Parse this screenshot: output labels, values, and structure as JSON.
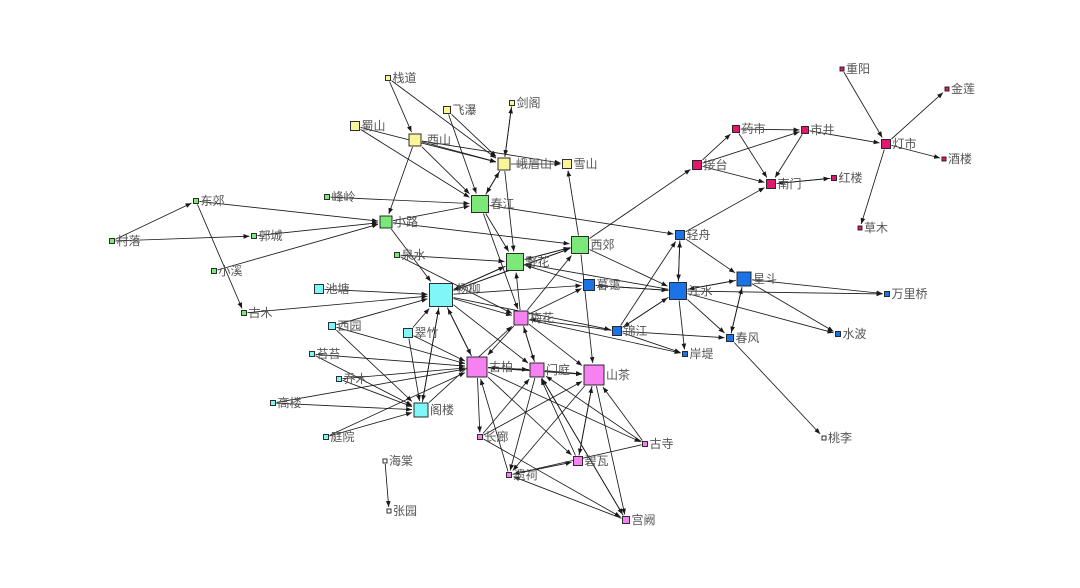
{
  "colors": {
    "yellow": "#fbf59a",
    "green": "#7de87a",
    "cyan": "#7ff6f8",
    "pink": "#f682f2",
    "blue": "#1a74e8",
    "magenta": "#e3176c",
    "edge": "#1a1a1a",
    "label": "#555555"
  },
  "nodes": [
    {
      "id": "zhandao",
      "label": "栈道",
      "group": "yellow"
    },
    {
      "id": "feipu",
      "label": "飞瀑",
      "group": "yellow"
    },
    {
      "id": "jiange",
      "label": "剑阁",
      "group": "yellow"
    },
    {
      "id": "shushan",
      "label": "蜀山",
      "group": "yellow"
    },
    {
      "id": "xishan",
      "label": "西山",
      "group": "yellow"
    },
    {
      "id": "emeishan",
      "label": "峨眉山",
      "group": "yellow"
    },
    {
      "id": "xueshan",
      "label": "雪山",
      "group": "yellow"
    },
    {
      "id": "dongjiao",
      "label": "东郊",
      "group": "green"
    },
    {
      "id": "fengling",
      "label": "峰岭",
      "group": "green"
    },
    {
      "id": "cunluo",
      "label": "村落",
      "group": "green"
    },
    {
      "id": "guocheng",
      "label": "郭城",
      "group": "green"
    },
    {
      "id": "xiaolu",
      "label": "小路",
      "group": "green"
    },
    {
      "id": "chunjiang",
      "label": "春江",
      "group": "green"
    },
    {
      "id": "xiaoxi",
      "label": "小溪",
      "group": "green"
    },
    {
      "id": "quanshui",
      "label": "泉水",
      "group": "green"
    },
    {
      "id": "gumu",
      "label": "古木",
      "group": "green"
    },
    {
      "id": "yehua",
      "label": "野花",
      "group": "green"
    },
    {
      "id": "xijiao",
      "label": "西郊",
      "group": "green"
    },
    {
      "id": "chitang",
      "label": "池塘",
      "group": "cyan"
    },
    {
      "id": "yangliu",
      "label": "杨柳",
      "group": "cyan"
    },
    {
      "id": "xiyuan",
      "label": "西园",
      "group": "cyan"
    },
    {
      "id": "cuizhu",
      "label": "翠竹",
      "group": "cyan"
    },
    {
      "id": "taitai",
      "label": "苔苔",
      "group": "cyan"
    },
    {
      "id": "qiaomu",
      "label": "乔木",
      "group": "cyan"
    },
    {
      "id": "gaolou",
      "label": "高楼",
      "group": "cyan"
    },
    {
      "id": "tinglou",
      "label": "阁楼",
      "group": "cyan"
    },
    {
      "id": "tingyuan",
      "label": "庭院",
      "group": "cyan"
    },
    {
      "id": "meihua",
      "label": "梅花",
      "group": "pink"
    },
    {
      "id": "gubai",
      "label": "古柏",
      "group": "pink"
    },
    {
      "id": "menting",
      "label": "门庭",
      "group": "pink"
    },
    {
      "id": "shancha",
      "label": "山茶",
      "group": "pink"
    },
    {
      "id": "changlang",
      "label": "长廊",
      "group": "pink"
    },
    {
      "id": "gusi",
      "label": "古寺",
      "group": "pink"
    },
    {
      "id": "biwa",
      "label": "碧瓦",
      "group": "pink"
    },
    {
      "id": "yici",
      "label": "遗祠",
      "group": "pink"
    },
    {
      "id": "gongque",
      "label": "宫阙",
      "group": "pink"
    },
    {
      "id": "qingzhou",
      "label": "轻舟",
      "group": "blue"
    },
    {
      "id": "muxia",
      "label": "暮霭",
      "group": "blue"
    },
    {
      "id": "xingdou",
      "label": "星斗",
      "group": "blue"
    },
    {
      "id": "jiangshui",
      "label": "江水",
      "group": "blue"
    },
    {
      "id": "wanlihao",
      "label": "万里桥",
      "group": "blue"
    },
    {
      "id": "jinjiang",
      "label": "锦江",
      "group": "blue"
    },
    {
      "id": "shuibo",
      "label": "水波",
      "group": "blue"
    },
    {
      "id": "chunfeng",
      "label": "春风",
      "group": "blue"
    },
    {
      "id": "andi",
      "label": "岸堤",
      "group": "blue"
    },
    {
      "id": "yaoshi",
      "label": "药市",
      "group": "magenta"
    },
    {
      "id": "shijing",
      "label": "市井",
      "group": "magenta"
    },
    {
      "id": "lutai",
      "label": "接台",
      "group": "magenta"
    },
    {
      "id": "nanmen",
      "label": "南门",
      "group": "magenta"
    },
    {
      "id": "honglou",
      "label": "红楼",
      "group": "magenta"
    },
    {
      "id": "chongyang",
      "label": "重阳",
      "group": "magenta"
    },
    {
      "id": "dengshi",
      "label": "灯市",
      "group": "magenta"
    },
    {
      "id": "jinlian",
      "label": "金莲",
      "group": "magenta"
    },
    {
      "id": "jiulou",
      "label": "酒楼",
      "group": "magenta"
    },
    {
      "id": "caomu",
      "label": "草木",
      "group": "magenta"
    },
    {
      "id": "taoli",
      "label": "桃李",
      "group": "none"
    },
    {
      "id": "haitang",
      "label": "海棠",
      "group": "none"
    },
    {
      "id": "zhangyuan",
      "label": "张园",
      "group": "none"
    }
  ],
  "edges": [
    [
      "zhandao",
      "xishan"
    ],
    [
      "zhandao",
      "emeishan"
    ],
    [
      "feipu",
      "emeishan"
    ],
    [
      "feipu",
      "chunjiang"
    ],
    [
      "jiange",
      "emeishan"
    ],
    [
      "shushan",
      "emeishan"
    ],
    [
      "shushan",
      "chunjiang"
    ],
    [
      "xishan",
      "emeishan"
    ],
    [
      "xishan",
      "xueshan"
    ],
    [
      "xishan",
      "chunjiang"
    ],
    [
      "xishan",
      "xiaolu"
    ],
    [
      "emeishan",
      "jiange"
    ],
    [
      "emeishan",
      "xueshan"
    ],
    [
      "emeishan",
      "chunjiang"
    ],
    [
      "emeishan",
      "yehua"
    ],
    [
      "xijiao",
      "xueshan"
    ],
    [
      "chunjiang",
      "emeishan"
    ],
    [
      "fengling",
      "chunjiang"
    ],
    [
      "cunluo",
      "dongjiao"
    ],
    [
      "cunluo",
      "guocheng"
    ],
    [
      "guocheng",
      "xiaolu"
    ],
    [
      "dongjiao",
      "xiaolu"
    ],
    [
      "dongjiao",
      "gumu"
    ],
    [
      "xiaolu",
      "chunjiang"
    ],
    [
      "xiaolu",
      "xijiao"
    ],
    [
      "xiaoxi",
      "xiaolu"
    ],
    [
      "quanshui",
      "yehua"
    ],
    [
      "xiaolu",
      "yangliu"
    ],
    [
      "gumu",
      "yangliu"
    ],
    [
      "chunjiang",
      "yehua"
    ],
    [
      "yehua",
      "xijiao"
    ],
    [
      "xijiao",
      "yehua"
    ],
    [
      "chunjiang",
      "qingzhou"
    ],
    [
      "chunjiang",
      "meihua"
    ],
    [
      "yehua",
      "yangliu"
    ],
    [
      "xijiao",
      "yangliu"
    ],
    [
      "xijiao",
      "shancha"
    ],
    [
      "xijiao",
      "jiangshui"
    ],
    [
      "quanshui",
      "meihua"
    ],
    [
      "chitang",
      "yangliu"
    ],
    [
      "xiyuan",
      "yangliu"
    ],
    [
      "xiyuan",
      "gubai"
    ],
    [
      "xiyuan",
      "tinglou"
    ],
    [
      "cuizhu",
      "yangliu"
    ],
    [
      "cuizhu",
      "gubai"
    ],
    [
      "cuizhu",
      "tinglou"
    ],
    [
      "taitai",
      "gubai"
    ],
    [
      "taitai",
      "tinglou"
    ],
    [
      "qiaomu",
      "gubai"
    ],
    [
      "qiaomu",
      "tinglou"
    ],
    [
      "gaolou",
      "gubai"
    ],
    [
      "gaolou",
      "tinglou"
    ],
    [
      "tingyuan",
      "gubai"
    ],
    [
      "tingyuan",
      "tinglou"
    ],
    [
      "yangliu",
      "tinglou"
    ],
    [
      "tinglou",
      "yangliu"
    ],
    [
      "yangliu",
      "gubai"
    ],
    [
      "yangliu",
      "meihua"
    ],
    [
      "yangliu",
      "menting"
    ],
    [
      "yangliu",
      "yehua"
    ],
    [
      "yangliu",
      "xijiao"
    ],
    [
      "yangliu",
      "jinjiang"
    ],
    [
      "yangliu",
      "muxia"
    ],
    [
      "tinglou",
      "meihua"
    ],
    [
      "gubai",
      "yangliu"
    ],
    [
      "meihua",
      "yehua"
    ],
    [
      "meihua",
      "xijiao"
    ],
    [
      "meihua",
      "gubai"
    ],
    [
      "meihua",
      "menting"
    ],
    [
      "meihua",
      "shancha"
    ],
    [
      "meihua",
      "muxia"
    ],
    [
      "meihua",
      "andi"
    ],
    [
      "gubai",
      "menting"
    ],
    [
      "menting",
      "gubai"
    ],
    [
      "gubai",
      "shancha"
    ],
    [
      "gubai",
      "changlang"
    ],
    [
      "gubai",
      "biwa"
    ],
    [
      "gubai",
      "gusi"
    ],
    [
      "menting",
      "shancha"
    ],
    [
      "menting",
      "yici"
    ],
    [
      "menting",
      "gongque"
    ],
    [
      "shancha",
      "biwa"
    ],
    [
      "shancha",
      "yici"
    ],
    [
      "shancha",
      "gongque"
    ],
    [
      "changlang",
      "menting"
    ],
    [
      "changlang",
      "shancha"
    ],
    [
      "gusi",
      "menting"
    ],
    [
      "gusi",
      "shancha"
    ],
    [
      "biwa",
      "menting"
    ],
    [
      "biwa",
      "shancha"
    ],
    [
      "yici",
      "biwa"
    ],
    [
      "yici",
      "gubai"
    ],
    [
      "gongque",
      "menting"
    ],
    [
      "gongque",
      "yici"
    ],
    [
      "gusi",
      "yici"
    ],
    [
      "changlang",
      "gongque"
    ],
    [
      "menting",
      "meihua"
    ],
    [
      "muxia",
      "yehua"
    ],
    [
      "muxia",
      "jiangshui"
    ],
    [
      "jiangshui",
      "muxia"
    ],
    [
      "jiangshui",
      "xingdou"
    ],
    [
      "xingdou",
      "jiangshui"
    ],
    [
      "jiangshui",
      "qingzhou"
    ],
    [
      "qingzhou",
      "jiangshui"
    ],
    [
      "jiangshui",
      "wanlihao"
    ],
    [
      "xingdou",
      "wanlihao"
    ],
    [
      "xingdou",
      "shuibo"
    ],
    [
      "jiangshui",
      "shuibo"
    ],
    [
      "jiangshui",
      "chunfeng"
    ],
    [
      "jiangshui",
      "jinjiang"
    ],
    [
      "jinjiang",
      "jiangshui"
    ],
    [
      "jinjiang",
      "qingzhou"
    ],
    [
      "jinjiang",
      "chunfeng"
    ],
    [
      "jinjiang",
      "andi"
    ],
    [
      "qingzhou",
      "xingdou"
    ],
    [
      "chunfeng",
      "xingdou"
    ],
    [
      "xingdou",
      "chunfeng"
    ],
    [
      "chunfeng",
      "taoli"
    ],
    [
      "jiangshui",
      "andi"
    ],
    [
      "jiangshui",
      "yehua"
    ],
    [
      "jinjiang",
      "meihua"
    ],
    [
      "xijiao",
      "lutai"
    ],
    [
      "lutai",
      "yaoshi"
    ],
    [
      "lutai",
      "shijing"
    ],
    [
      "lutai",
      "nanmen"
    ],
    [
      "yaoshi",
      "shijing"
    ],
    [
      "yaoshi",
      "nanmen"
    ],
    [
      "shijing",
      "nanmen"
    ],
    [
      "nanmen",
      "honglou"
    ],
    [
      "honglou",
      "nanmen"
    ],
    [
      "qingzhou",
      "nanmen"
    ],
    [
      "shijing",
      "dengshi"
    ],
    [
      "chongyang",
      "dengshi"
    ],
    [
      "dengshi",
      "jinlian"
    ],
    [
      "dengshi",
      "jiulou"
    ],
    [
      "dengshi",
      "caomu"
    ],
    [
      "haitang",
      "zhangyuan"
    ]
  ]
}
